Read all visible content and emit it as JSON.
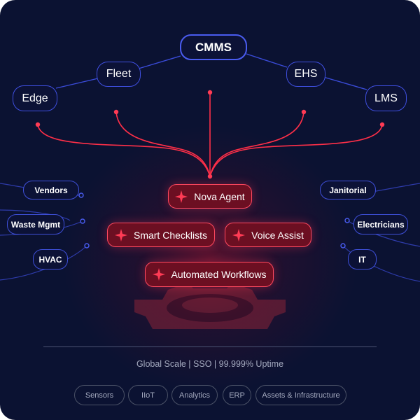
{
  "top_nodes": {
    "cmms": "CMMS",
    "fleet": "Fleet",
    "ehs": "EHS",
    "edge": "Edge",
    "lms": "LMS"
  },
  "left_nodes": [
    "Vendors",
    "Waste Mgmt",
    "HVAC"
  ],
  "right_nodes": [
    "Janitorial",
    "Electricians",
    "IT"
  ],
  "features": {
    "nova_agent": "Nova Agent",
    "smart_checklists": "Smart Checklists",
    "voice_assist": "Voice Assist",
    "automated_workflows": "Automated Workflows"
  },
  "stats_line": "Global Scale | SSO | 99.999% Uptime",
  "integrations": [
    "Sensors",
    "IIoT",
    "Analytics",
    "ERP",
    "Assets & Infrastructure"
  ],
  "colors": {
    "background": "#0b1232",
    "node_border_blue": "#3f4fe0",
    "accent_red": "#ff3b55",
    "feature_fill": "#6c0f22",
    "muted_text": "#a3a9be"
  }
}
